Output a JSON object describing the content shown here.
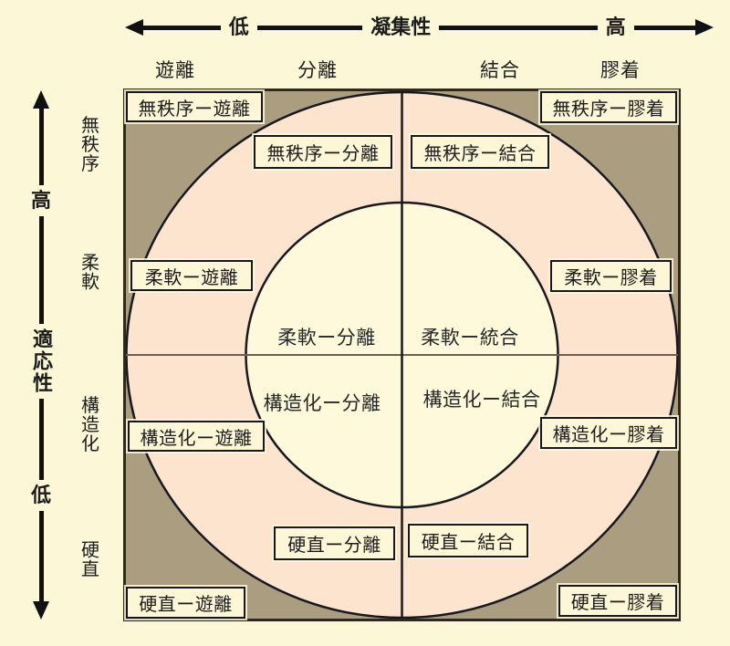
{
  "axes": {
    "top": {
      "low": "低",
      "title": "凝集性",
      "high": "高"
    },
    "left": {
      "high": "高",
      "title": "適応性",
      "low": "低"
    }
  },
  "column_headers": [
    {
      "label": "遊離"
    },
    {
      "label": "分離"
    },
    {
      "label": "結合"
    },
    {
      "label": "膠着"
    }
  ],
  "row_headers": [
    {
      "label": "無秩序"
    },
    {
      "label": "柔軟"
    },
    {
      "label": "構造化"
    },
    {
      "label": "硬直"
    }
  ],
  "boxed_labels": [
    {
      "text": "無秩序ー遊離"
    },
    {
      "text": "無秩序ー分離"
    },
    {
      "text": "無秩序ー結合"
    },
    {
      "text": "無秩序ー膠着"
    },
    {
      "text": "柔軟ー遊離"
    },
    {
      "text": "柔軟ー膠着"
    },
    {
      "text": "構造化ー遊離"
    },
    {
      "text": "構造化ー膠着"
    },
    {
      "text": "硬直ー分離"
    },
    {
      "text": "硬直ー結合"
    },
    {
      "text": "硬直ー遊離"
    },
    {
      "text": "硬直ー膠着"
    }
  ],
  "inner_labels": [
    {
      "text": "柔軟ー分離"
    },
    {
      "text": "柔軟ー統合"
    },
    {
      "text": "構造化ー分離"
    },
    {
      "text": "構造化ー結合"
    }
  ],
  "colors": {
    "page_background": "#fcf8d7",
    "corner_zone": "#ab9d80",
    "ring_zone": "#fce4ce",
    "inner_zone": "#fdf9da",
    "label_box_background": "#fdf7d8",
    "outline": "#181820",
    "horizontal_midline": "#6e6050"
  }
}
